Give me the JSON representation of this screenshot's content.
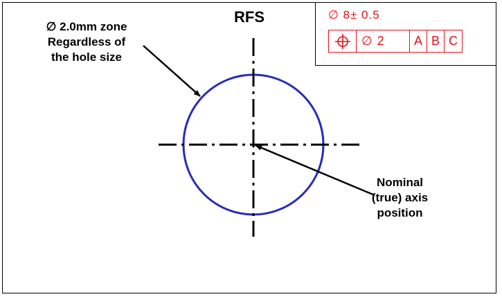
{
  "title": "RFS",
  "zone_label": {
    "line1": "∅ 2.0mm zone",
    "line2": "Regardless of",
    "line3": "the hole size"
  },
  "axis_label": {
    "line1": "Nominal",
    "line2": "(true) axis",
    "line3": "position"
  },
  "callout": {
    "size_spec": "∅  8± 0.5",
    "frame": {
      "symbol_icon": "position-symbol",
      "tolerance": "∅  2",
      "datums": [
        "A",
        "B",
        "C"
      ]
    }
  },
  "colors": {
    "circle": "#2b2bb8",
    "callout_red": "#e8101a",
    "lines": "#000000"
  }
}
